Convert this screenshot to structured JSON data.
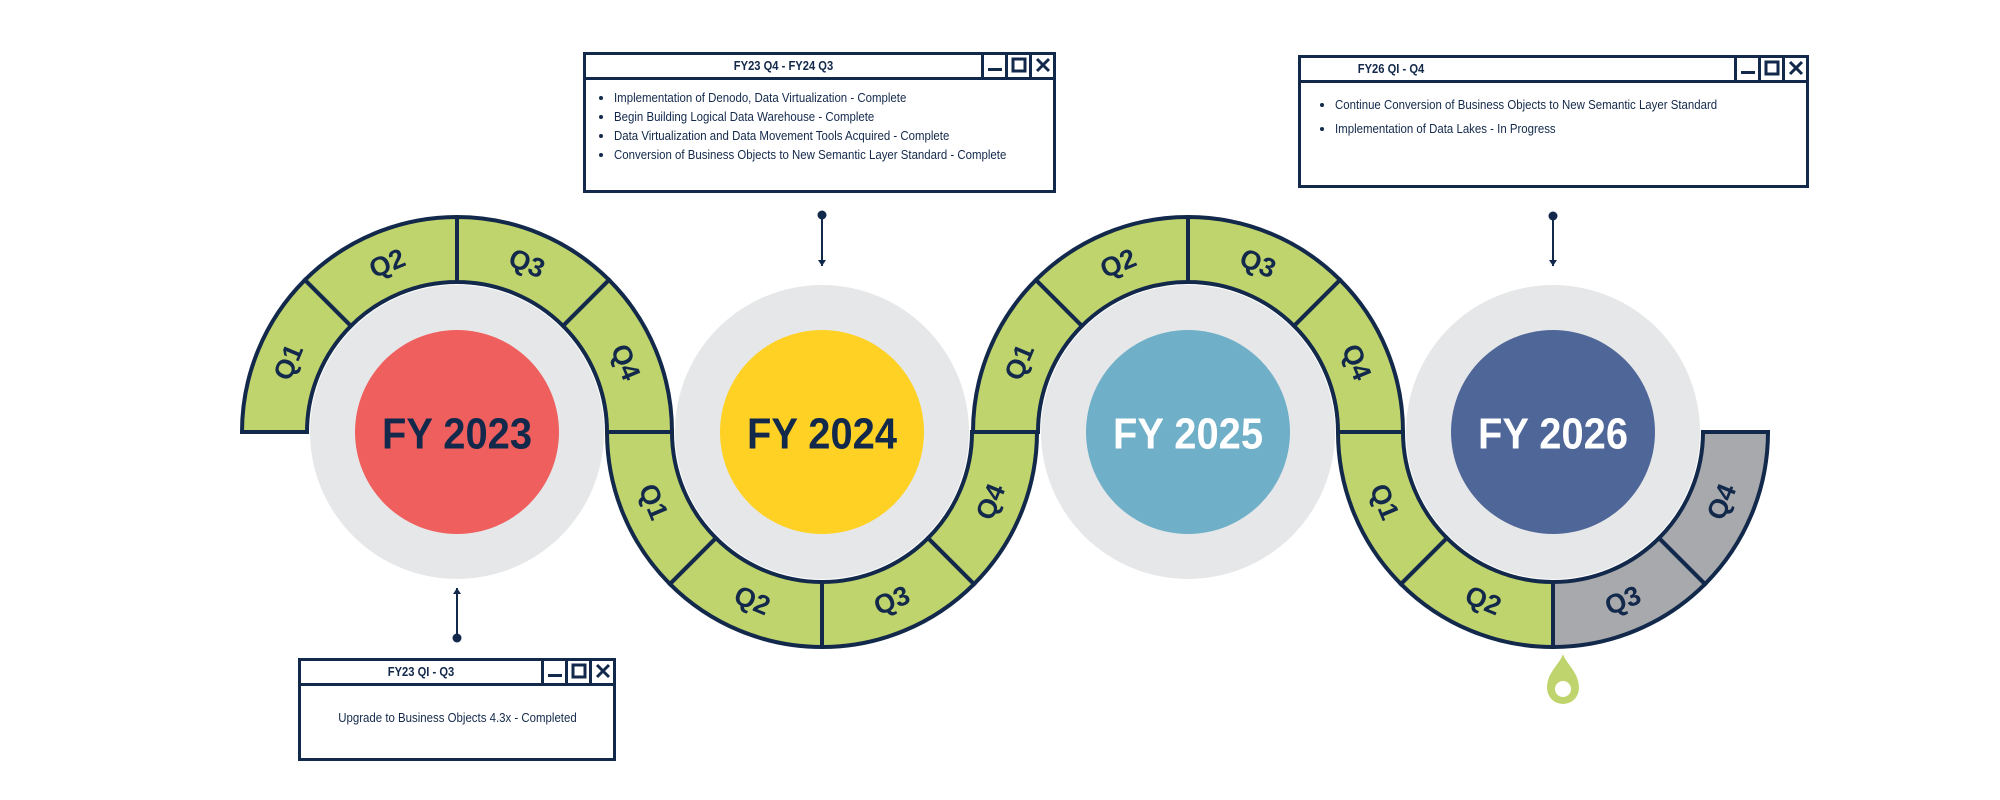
{
  "colors": {
    "navy": "#13294b",
    "ring_green": "#c0d46e",
    "ring_gray": "#a7a9ac",
    "disc_bg": "#e6e7e8",
    "fy2023": "#ef5f5e",
    "fy2024": "#fed124",
    "fy2025": "#6fafc8",
    "fy2026": "#4f6698"
  },
  "years": [
    {
      "label": "FY 2023",
      "color": "#ef5f5e",
      "text_color": "#13294b",
      "quarters": [
        "Q1",
        "Q2",
        "Q3",
        "Q4"
      ]
    },
    {
      "label": "FY 2024",
      "color": "#fed124",
      "text_color": "#13294b",
      "quarters": [
        "Q1",
        "Q2",
        "Q3",
        "Q4"
      ]
    },
    {
      "label": "FY 2025",
      "color": "#6fafc8",
      "text_color": "#ffffff",
      "quarters": [
        "Q1",
        "Q2",
        "Q3",
        "Q4"
      ]
    },
    {
      "label": "FY 2026",
      "color": "#4f6698",
      "text_color": "#ffffff",
      "quarters": [
        "Q1",
        "Q2",
        "Q3",
        "Q4"
      ],
      "completed_quarters": [
        "Q1",
        "Q2"
      ]
    }
  ],
  "callouts": {
    "fy23": {
      "title": "FY23 QI - Q3",
      "text": "Upgrade to Business Objects 4.3x - Completed"
    },
    "fy24": {
      "title": "FY23 Q4 - FY24 Q3",
      "items": [
        "Implementation of Denodo, Data Virtualization - Complete",
        "Begin Building Logical Data Warehouse - Complete",
        "Data Virtualization and Data Movement Tools Acquired - Complete",
        "Conversion of Business Objects to New Semantic Layer Standard - Complete"
      ]
    },
    "fy26": {
      "title": "FY26 QI -  Q4",
      "items": [
        "Continue Conversion of Business Objects to New Semantic Layer Standard",
        "Implementation of Data Lakes  - In Progress"
      ]
    }
  },
  "window_controls": [
    "minimize-icon",
    "maximize-icon",
    "close-icon"
  ]
}
